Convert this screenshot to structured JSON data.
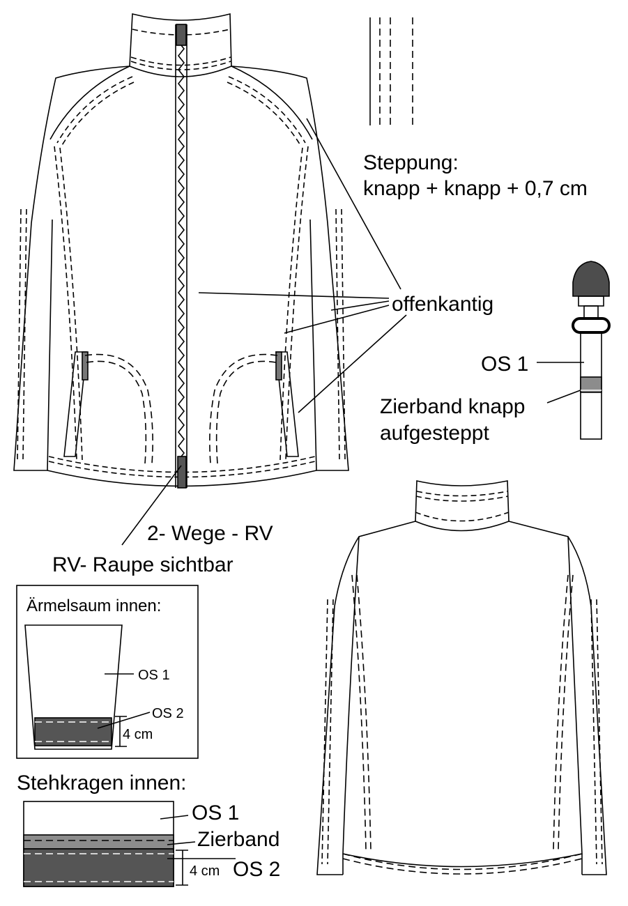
{
  "stitching": {
    "title": "Steppung:",
    "spec": "knapp + knapp + 0,7 cm"
  },
  "labels": {
    "raw_edge": "offenkantig",
    "zip_two_way": "2- Wege - RV",
    "zip_tape_visible": "RV- Raupe sichtbar",
    "zip_os1": "OS 1",
    "ribbon_line1": "Zierband knapp",
    "ribbon_line2": "aufgesteppt"
  },
  "sleeve_hem": {
    "title": "Ärmelsaum innen:",
    "os1": "OS 1",
    "os2": "OS 2",
    "width": "4 cm"
  },
  "collar": {
    "title": "Stehkragen innen:",
    "os1": "OS 1",
    "ribbon": "Zierband",
    "os2": "OS 2",
    "width": "4 cm"
  },
  "colors": {
    "line": "#000000",
    "dark_fabric": "#555555",
    "ribbon_gray": "#8c8c8c",
    "zip_pull": "#4d4d4d"
  }
}
